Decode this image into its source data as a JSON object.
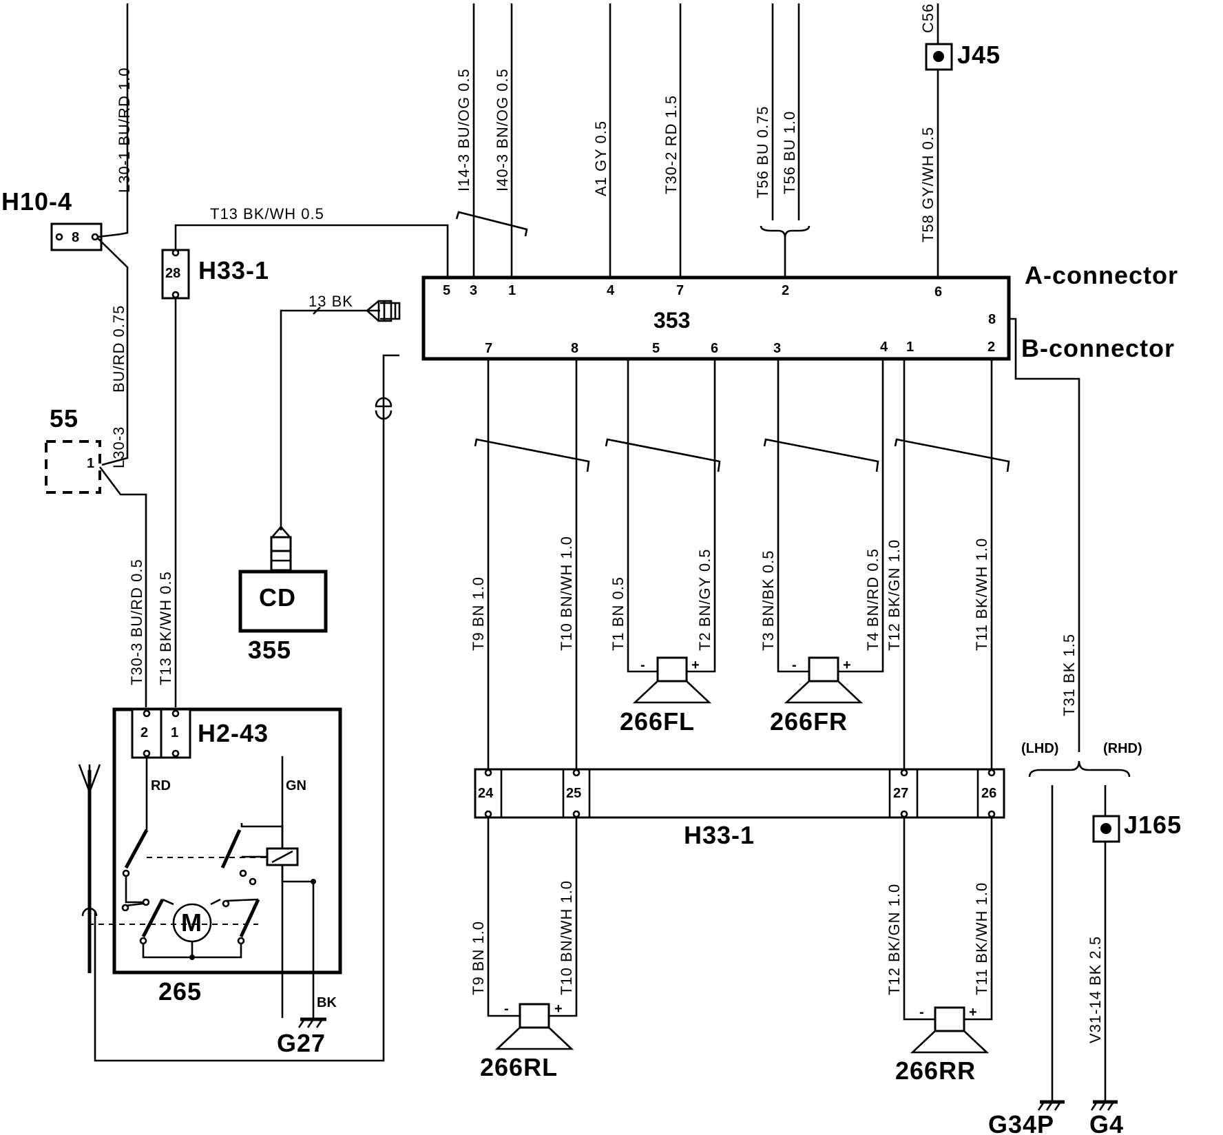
{
  "components": {
    "h10_4": {
      "label": "H10-4",
      "pin": "8"
    },
    "h33_1_top": {
      "label": "H33-1",
      "pin": "28"
    },
    "c55": {
      "label": "55",
      "pin": "1"
    },
    "radio": {
      "label": "353",
      "a_connector": "A-connector",
      "b_connector": "B-connector"
    },
    "cd": {
      "label": "CD",
      "number": "355"
    },
    "antenna_motor": {
      "connector": "H2-43",
      "number": "265",
      "motor": "M",
      "pin1": "1",
      "pin2": "2"
    },
    "j45": {
      "label": "J45"
    },
    "j165": {
      "label": "J165"
    },
    "h33_1_bottom": {
      "label": "H33-1",
      "pins": [
        "24",
        "25",
        "27",
        "26"
      ]
    },
    "speakers": {
      "fl": "266FL",
      "fr": "266FR",
      "rl": "266RL",
      "rr": "266RR"
    },
    "grounds": {
      "g27": "G27",
      "g34p": "G34P",
      "g4": "G4"
    },
    "region": {
      "lhd": "(LHD)",
      "rhd": "(RHD)"
    }
  },
  "a_pins": [
    "5",
    "3",
    "1",
    "4",
    "7",
    "2",
    "6",
    "8"
  ],
  "b_pins": [
    "7",
    "8",
    "5",
    "6",
    "3",
    "4",
    "1",
    "2"
  ],
  "wires": {
    "l30_1": "L30-1   BU/RD 1.0",
    "bu_rd_075": "BU/RD 0.75",
    "l30_3": "L30-3",
    "t13_top": "T13   BK/WH 0.5",
    "t30_3": "T30-3   BU/RD 0.5",
    "t13_left": "T13   BK/WH 0.5",
    "bk13": "13  BK",
    "i14_3": "I14-3     BU/OG 0.5",
    "i40_3": "I40-3     BN/OG 0.5",
    "a1": "A1   GY 0.5",
    "t30_2": "T30-2     RD 1.5",
    "t56a": "T56   BU 0.75",
    "t56b": "T56   BU 1.0",
    "t58": "T58   GY/WH 0.5",
    "c56": "C56",
    "t9_upper": "T9   BN 1.0",
    "t10_upper": "T10   BN/WH 1.0",
    "t1": "T1   BN 0.5",
    "t2": "T2   BN/GY 0.5",
    "t3": "T3   BN/BK 0.5",
    "t4": "T4   BN/RD 0.5",
    "t12_upper": "T12   BK/GN 1.0",
    "t11_upper": "T11   BK/WH 1.0",
    "t31": "T31   BK 1.5",
    "t9_lower": "T9   BN 1.0",
    "t10_lower": "T10   BN/WH 1.0",
    "t12_lower": "T12   BK/GN 1.0",
    "t11_lower": "T11   BK/WH 1.0",
    "v31_14": "V31-14   BK 2.5",
    "rd": "RD",
    "gn": "GN",
    "bk": "BK"
  },
  "polarity": {
    "minus": "-",
    "plus": "+"
  }
}
